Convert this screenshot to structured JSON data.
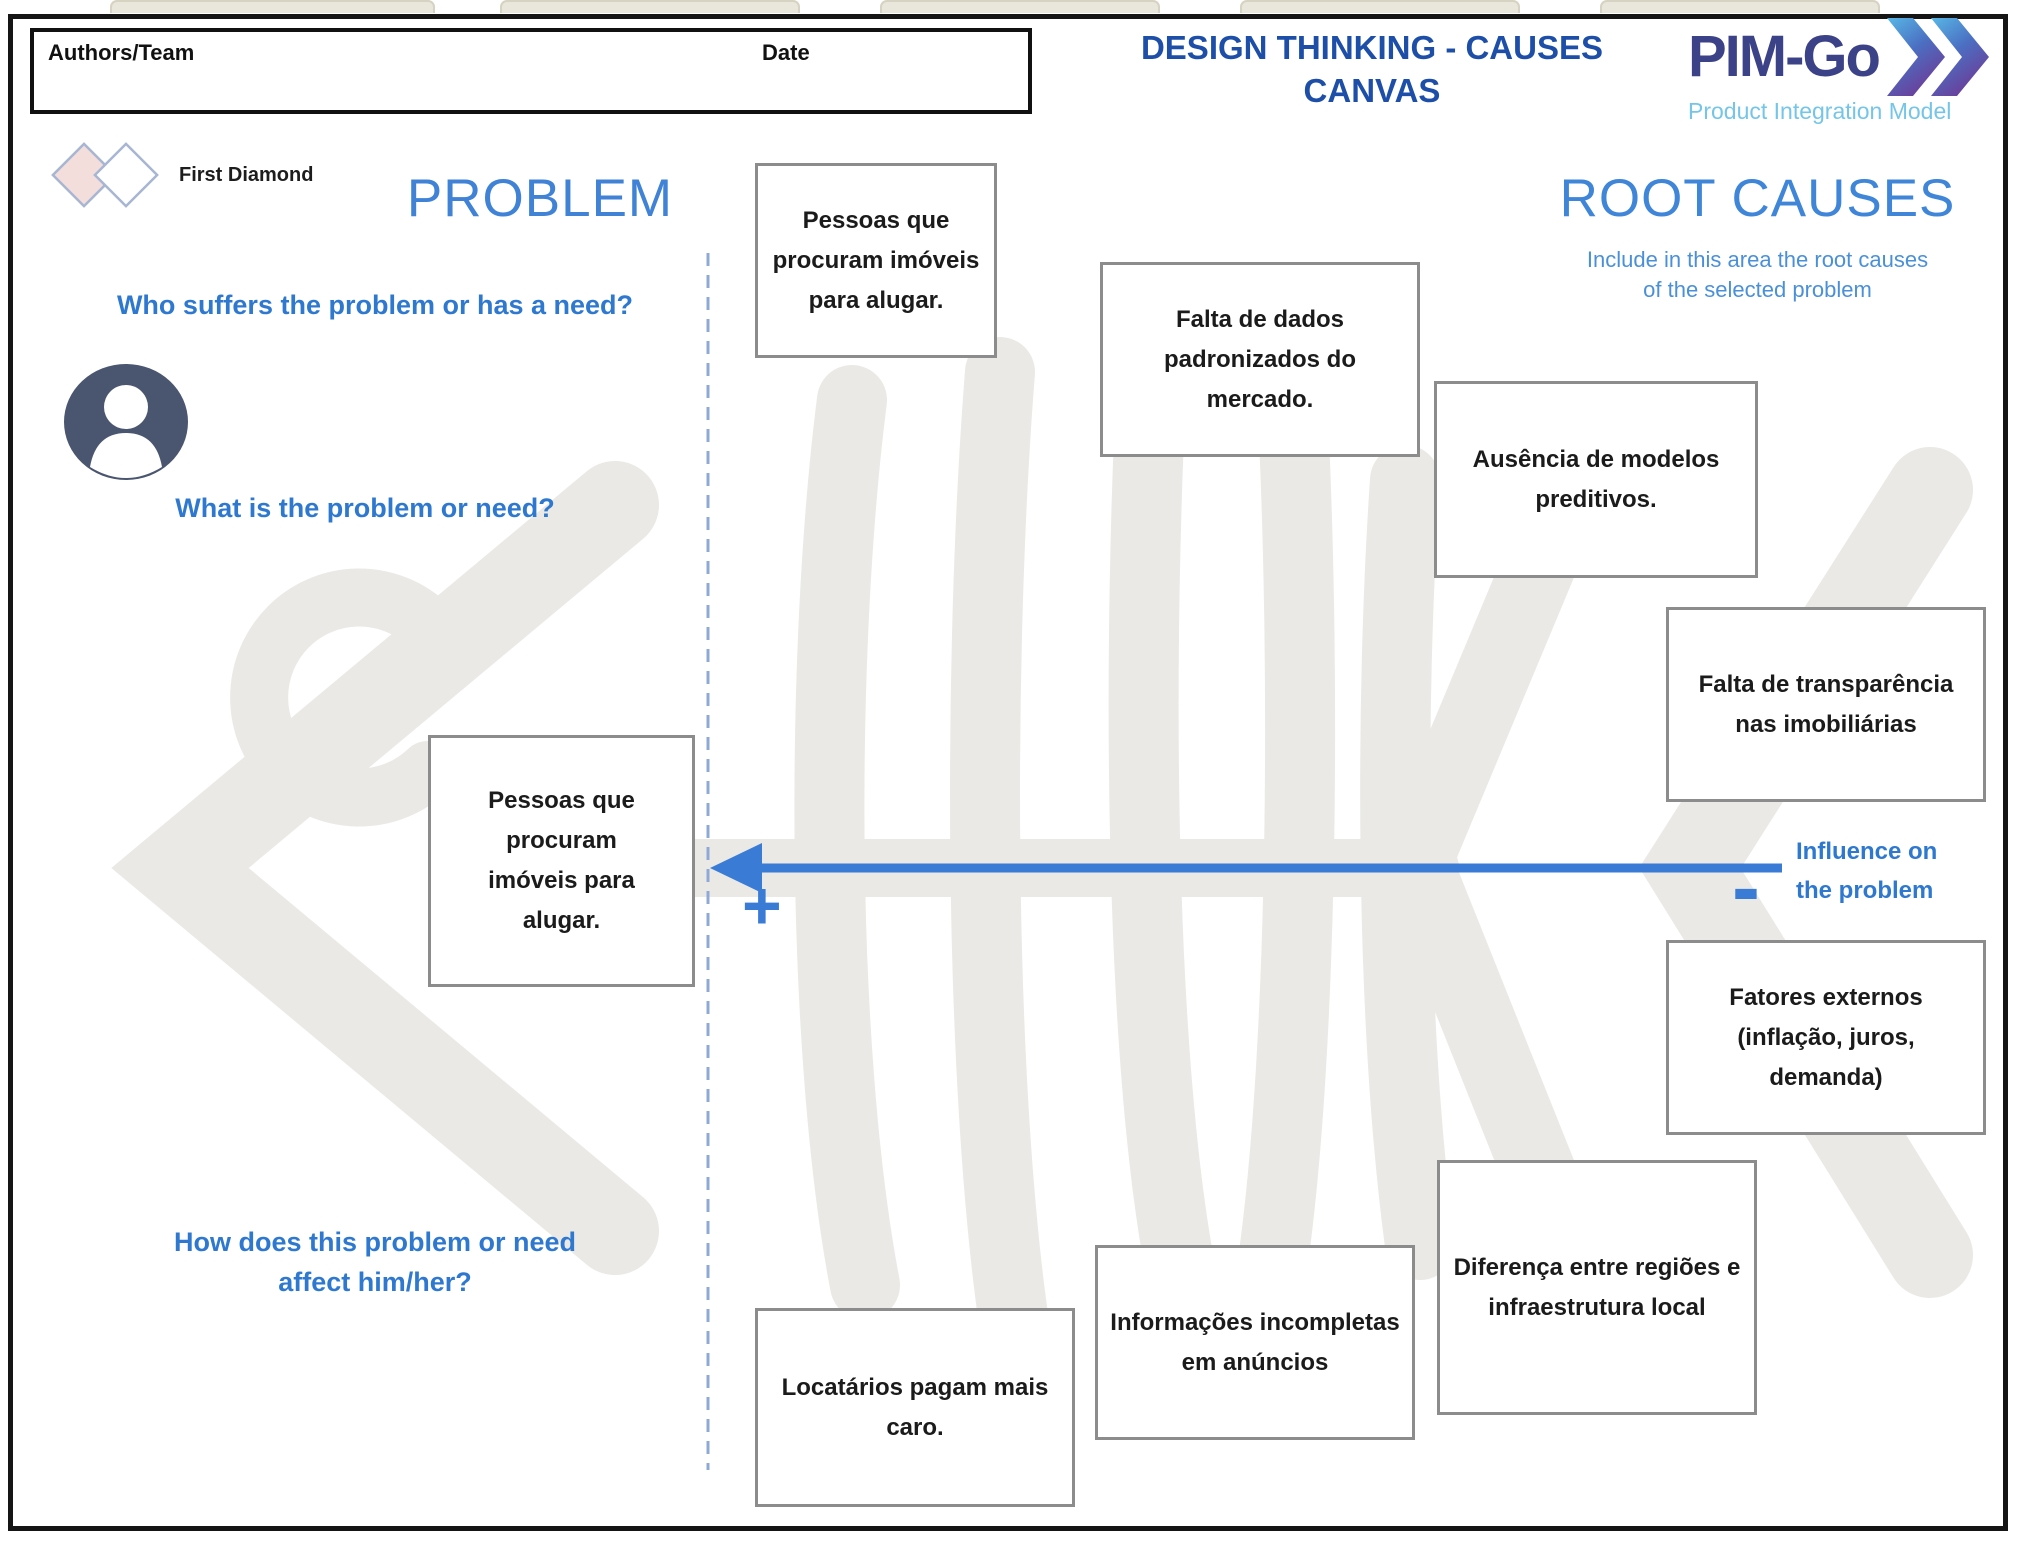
{
  "header": {
    "authors_label": "Authors/Team",
    "date_label": "Date",
    "title_line1": "DESIGN THINKING - CAUSES",
    "title_line2": "CANVAS",
    "logo_text": "PIM-Go",
    "logo_subtitle": "Product Integration Model",
    "first_diamond_label": "First Diamond"
  },
  "problem": {
    "heading": "PROBLEM",
    "question_who": "Who suffers the problem or has a need?",
    "question_what": "What is the problem or need?",
    "question_how_line1": "How does this problem or need",
    "question_how_line2": "affect him/her?",
    "card": "Pessoas que procuram imóveis para alugar."
  },
  "root_causes": {
    "heading": "ROOT CAUSES",
    "subtitle_line1": "Include in this area the root causes",
    "subtitle_line2": "of the selected problem"
  },
  "influence": {
    "label_line1": "Influence on",
    "label_line2": "the problem",
    "plus": "+",
    "minus": "-"
  },
  "cards": {
    "top1": "Pessoas que procuram imóveis para alugar.",
    "top2": "Falta de dados padronizados do mercado.",
    "top3": "Ausência de modelos preditivos.",
    "top4": "Falta de transparência nas imobiliárias",
    "bottom1": "Fatores externos (inflação, juros, demanda)",
    "bottom2": "Diferença entre regiões e infraestrutura local",
    "bottom3": "Informações incompletas em anúncios",
    "bottom4": "Locatários pagam mais caro."
  },
  "icons": {
    "avatar": "person-icon",
    "logo_mark": "double-chevron-icon",
    "first_diamond": "twin-diamonds-icon",
    "influence_arrow": "left-arrow-icon",
    "watermark": "fishbone-skeleton-watermark"
  },
  "colors": {
    "accent_blue": "#3a7cd5",
    "question_blue": "#2e79cf",
    "heading_blue": "#3f82d6",
    "title_navy": "#1d4fa8",
    "logo_navy": "#3c4287",
    "logo_light_blue": "#74c5e8",
    "card_border_gray": "#8c8c8c",
    "watermark_gray": "#eae9e5",
    "avatar_slate": "#4a5670",
    "diamond_pink": "#f3dedc",
    "dashed_line_blue": "#8fa9d6"
  }
}
